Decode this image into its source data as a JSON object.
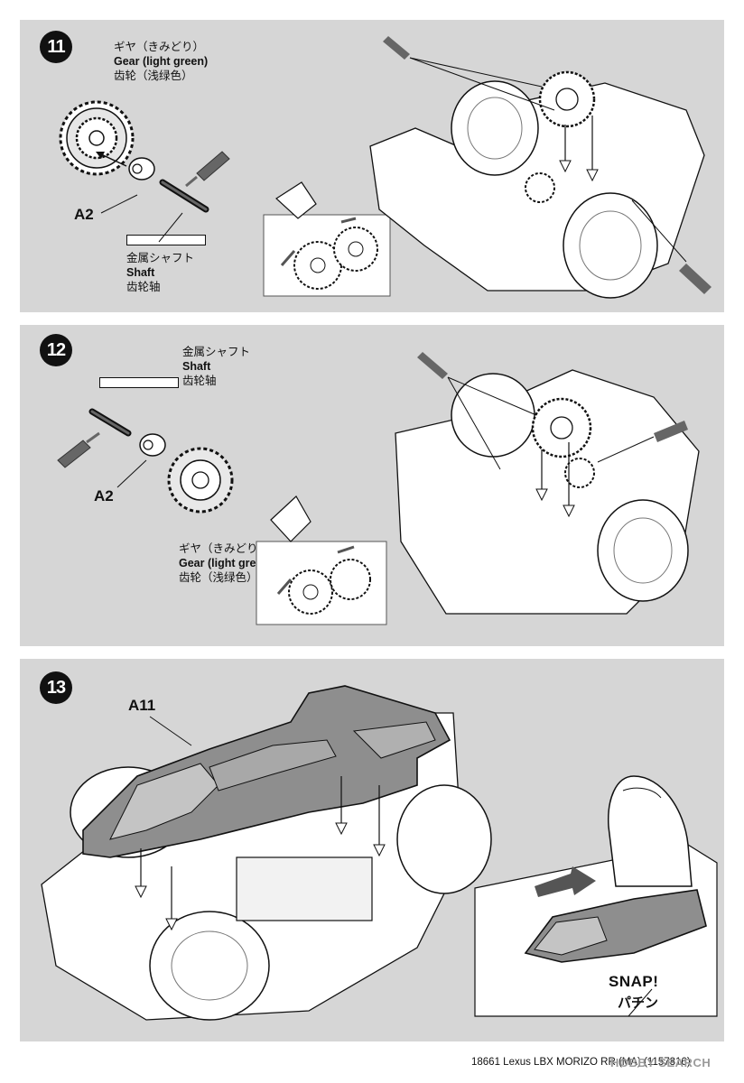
{
  "steps": [
    {
      "number": "11",
      "gear": {
        "jp": "ギヤ（きみどり）",
        "en": "Gear (light green)",
        "zh": "齿轮（浅绿色）"
      },
      "part": "A2",
      "shaft": {
        "jp": "金属シャフト",
        "en": "Shaft",
        "zh": "齿轮轴"
      }
    },
    {
      "number": "12",
      "gear": {
        "jp": "ギヤ（きみどり）",
        "en": "Gear (light green)",
        "zh": "齿轮（浅绿色）"
      },
      "part": "A2",
      "shaft": {
        "jp": "金属シャフト",
        "en": "Shaft",
        "zh": "齿轮轴"
      }
    },
    {
      "number": "13",
      "part": "A11",
      "snap": {
        "en": "SNAP!",
        "jp": "パチン"
      }
    }
  ],
  "footer": "18661 Lexus LBX MORIZO RR (MA) (1157816)",
  "watermark": "HOBBY SEARCH",
  "icons": [
    "grease-tube-icon",
    "gear-icon",
    "bushing-icon",
    "shaft-icon",
    "arrow-icon",
    "finger-icon"
  ]
}
